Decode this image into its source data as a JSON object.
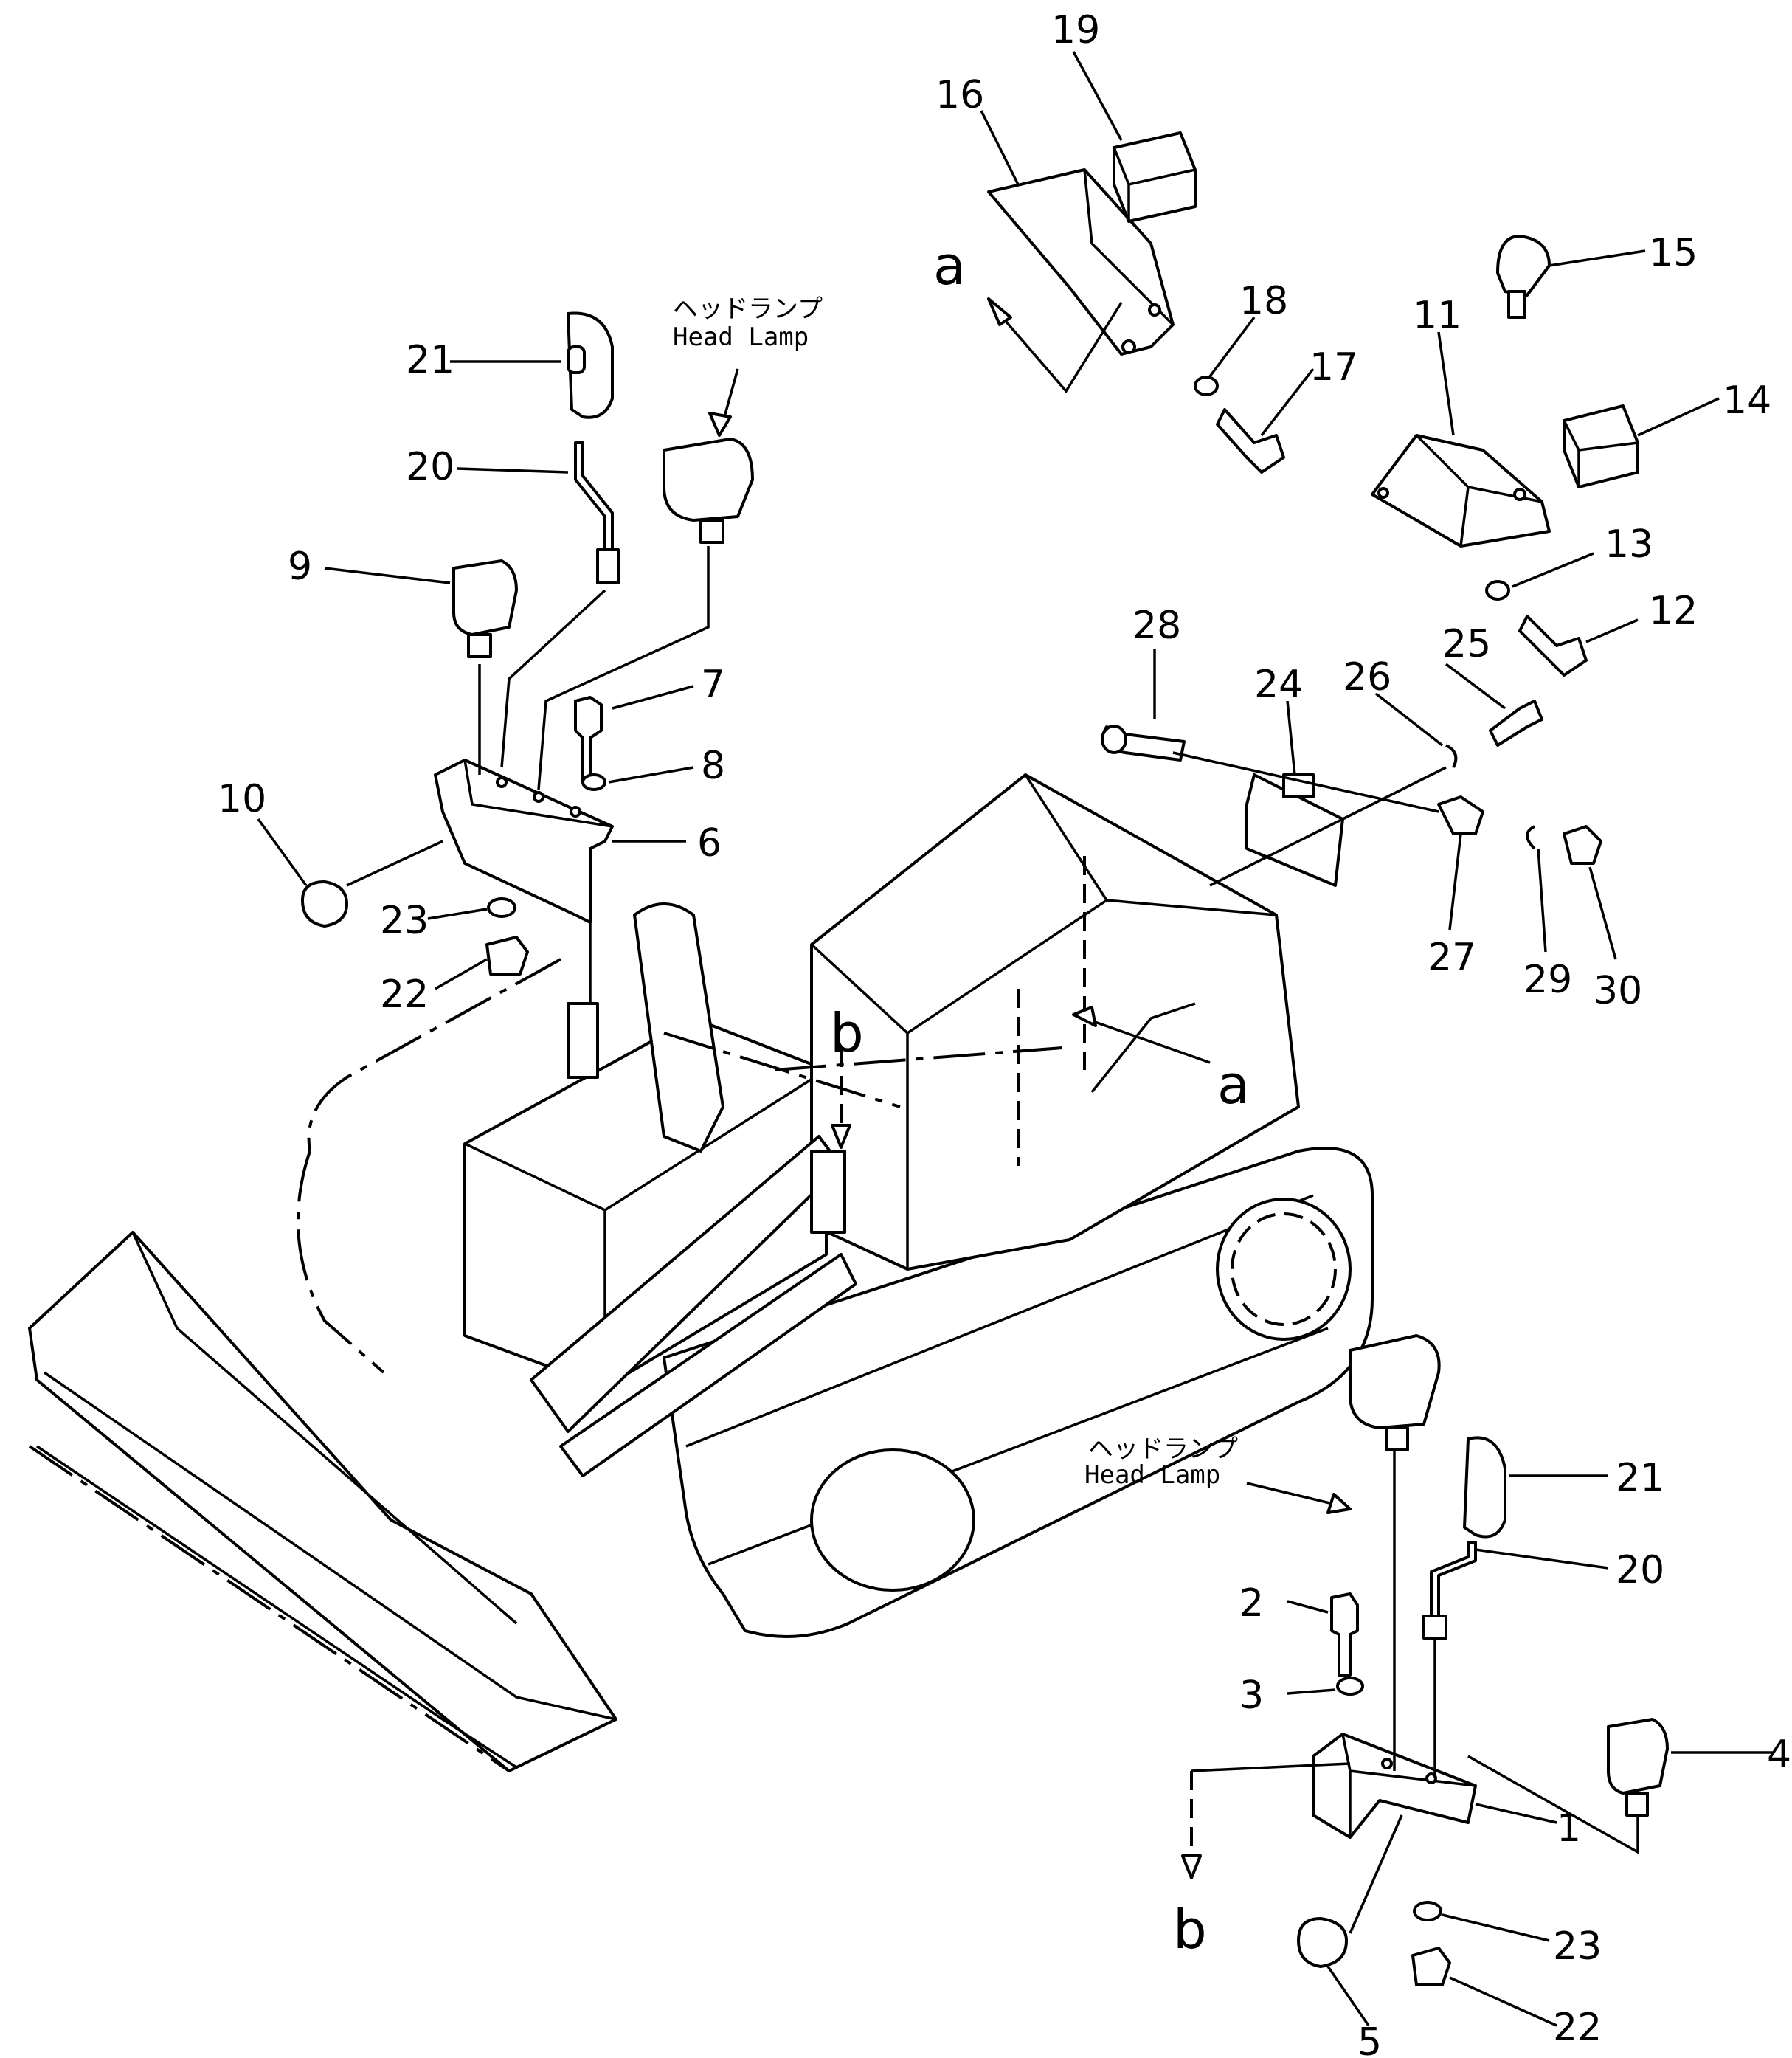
{
  "diagram": {
    "callouts": [
      {
        "id": "c19",
        "label": "19"
      },
      {
        "id": "c16",
        "label": "16"
      },
      {
        "id": "c15",
        "label": "15"
      },
      {
        "id": "c18",
        "label": "18"
      },
      {
        "id": "c11",
        "label": "11"
      },
      {
        "id": "c17",
        "label": "17"
      },
      {
        "id": "c14",
        "label": "14"
      },
      {
        "id": "c13",
        "label": "13"
      },
      {
        "id": "c12",
        "label": "12"
      },
      {
        "id": "c28",
        "label": "28"
      },
      {
        "id": "c25",
        "label": "25"
      },
      {
        "id": "c24",
        "label": "24"
      },
      {
        "id": "c26",
        "label": "26"
      },
      {
        "id": "c27",
        "label": "27"
      },
      {
        "id": "c29",
        "label": "29"
      },
      {
        "id": "c30",
        "label": "30"
      },
      {
        "id": "c21a",
        "label": "21"
      },
      {
        "id": "c20a",
        "label": "20"
      },
      {
        "id": "c9",
        "label": "9"
      },
      {
        "id": "c7",
        "label": "7"
      },
      {
        "id": "c8",
        "label": "8"
      },
      {
        "id": "c6",
        "label": "6"
      },
      {
        "id": "c10",
        "label": "10"
      },
      {
        "id": "c23a",
        "label": "23"
      },
      {
        "id": "c22a",
        "label": "22"
      },
      {
        "id": "c21b",
        "label": "21"
      },
      {
        "id": "c20b",
        "label": "20"
      },
      {
        "id": "c2",
        "label": "2"
      },
      {
        "id": "c3",
        "label": "3"
      },
      {
        "id": "c4",
        "label": "4"
      },
      {
        "id": "c1",
        "label": "1"
      },
      {
        "id": "c23b",
        "label": "23"
      },
      {
        "id": "c22b",
        "label": "22"
      },
      {
        "id": "c5",
        "label": "5"
      }
    ],
    "view_markers": [
      {
        "id": "a1",
        "label": "a"
      },
      {
        "id": "a2",
        "label": "a"
      },
      {
        "id": "b1",
        "label": "b"
      },
      {
        "id": "b2",
        "label": "b"
      }
    ],
    "head_lamp_labels": [
      {
        "id": "hl1",
        "jp": "ヘッドランプ",
        "en": "Head  Lamp"
      },
      {
        "id": "hl2",
        "jp": "ヘッドランプ",
        "en": "Head  Lamp"
      }
    ]
  }
}
